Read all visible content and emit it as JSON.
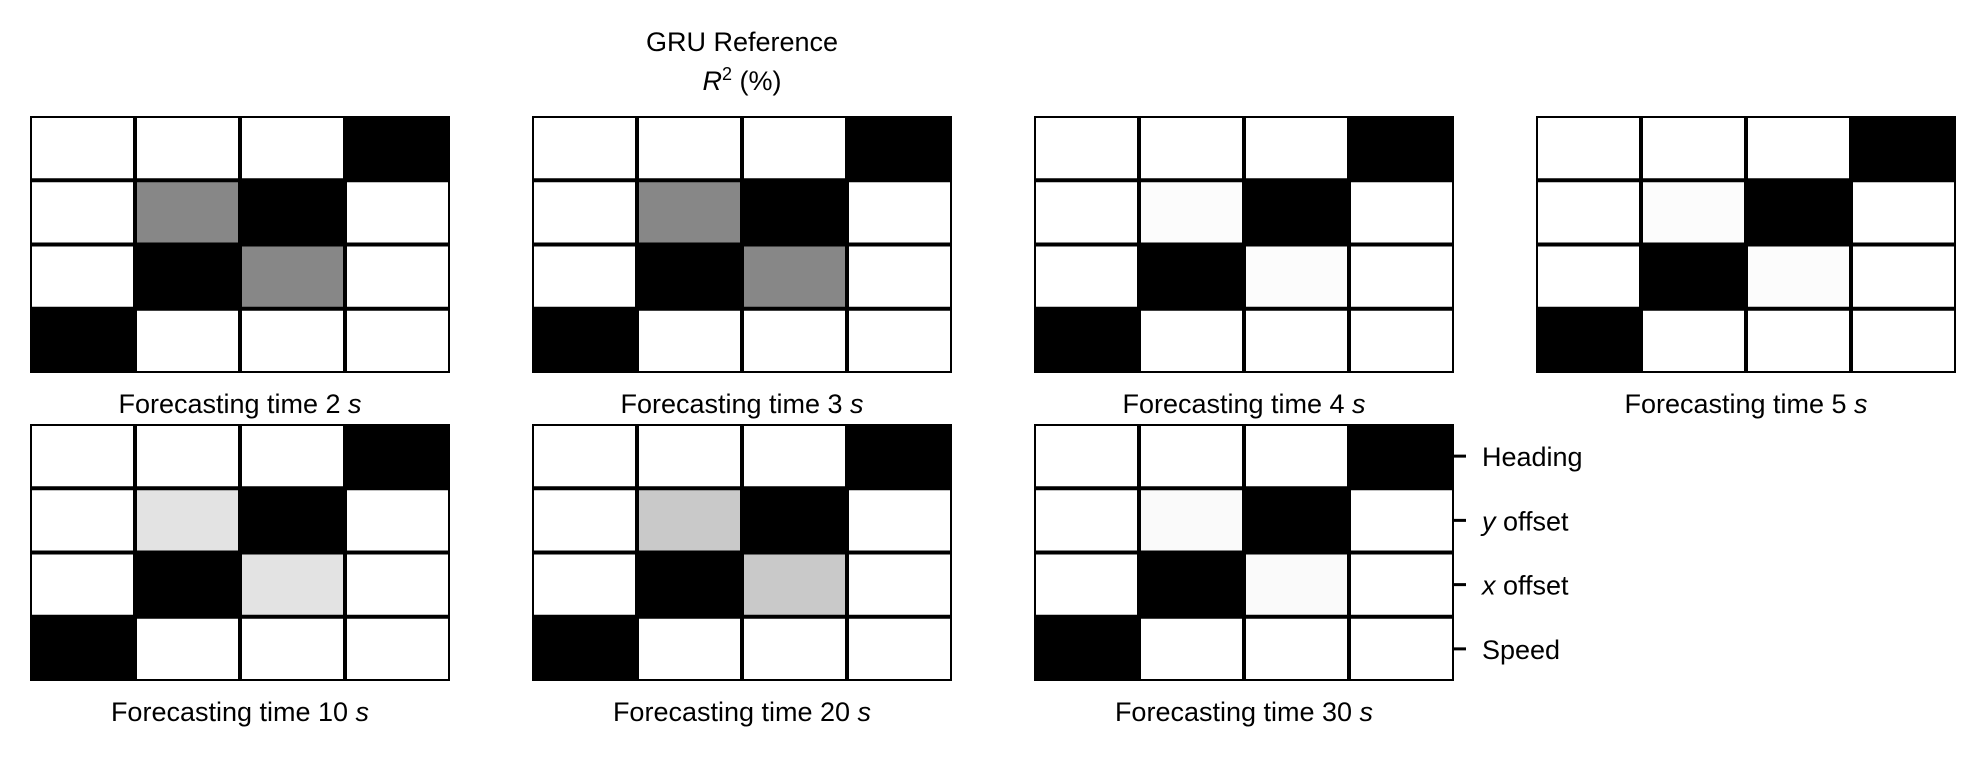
{
  "chart_data": {
    "type": "heatmap",
    "title": "GRU Reference",
    "subtitle": "R² (%)",
    "title_parts": [
      [
        {
          "t": "GRU Reference",
          "i": false
        }
      ],
      [
        {
          "t": "R",
          "i": true
        },
        {
          "t": "2",
          "sup": true
        },
        {
          "t": " (%)",
          "i": false
        }
      ]
    ],
    "colormap": "greyscale (white = 0, black = 100)",
    "rows": [
      "Heading",
      "y offset",
      "x offset",
      "Speed"
    ],
    "row_label_parts": [
      [
        {
          "t": "Heading",
          "i": false
        }
      ],
      [
        {
          "t": "y",
          "i": true
        },
        {
          "t": " offset",
          "i": false
        }
      ],
      [
        {
          "t": "x",
          "i": true
        },
        {
          "t": " offset",
          "i": false
        }
      ],
      [
        {
          "t": "Speed",
          "i": false
        }
      ]
    ],
    "panels": [
      {
        "label": "Forecasting time 2 s",
        "label_parts": [
          {
            "t": "Forecasting time 2 ",
            "i": false
          },
          {
            "t": "s",
            "i": true
          }
        ],
        "values": [
          [
            0,
            0,
            0,
            100
          ],
          [
            0,
            47,
            100,
            0
          ],
          [
            0,
            100,
            47,
            0
          ],
          [
            100,
            0,
            0,
            0
          ]
        ]
      },
      {
        "label": "Forecasting time 3 s",
        "label_parts": [
          {
            "t": "Forecasting time 3 ",
            "i": false
          },
          {
            "t": "s",
            "i": true
          }
        ],
        "values": [
          [
            0,
            0,
            0,
            100
          ],
          [
            0,
            47,
            100,
            0
          ],
          [
            0,
            100,
            47,
            0
          ],
          [
            100,
            0,
            0,
            0
          ]
        ]
      },
      {
        "label": "Forecasting time 4 s",
        "label_parts": [
          {
            "t": "Forecasting time 4 ",
            "i": false
          },
          {
            "t": "s",
            "i": true
          }
        ],
        "values": [
          [
            0,
            0,
            0,
            100
          ],
          [
            0,
            1,
            100,
            0
          ],
          [
            0,
            100,
            1,
            0
          ],
          [
            100,
            0,
            0,
            0
          ]
        ]
      },
      {
        "label": "Forecasting time 5 s",
        "label_parts": [
          {
            "t": "Forecasting time 5 ",
            "i": false
          },
          {
            "t": "s",
            "i": true
          }
        ],
        "values": [
          [
            0,
            0,
            0,
            100
          ],
          [
            0,
            1,
            100,
            0
          ],
          [
            0,
            100,
            1,
            0
          ],
          [
            100,
            0,
            0,
            0
          ]
        ]
      },
      {
        "label": "Forecasting time 10 s",
        "label_parts": [
          {
            "t": "Forecasting time 10 ",
            "i": false
          },
          {
            "t": "s",
            "i": true
          }
        ],
        "values": [
          [
            0,
            0,
            0,
            100
          ],
          [
            0,
            11,
            100,
            0
          ],
          [
            0,
            100,
            11,
            0
          ],
          [
            100,
            0,
            0,
            0
          ]
        ]
      },
      {
        "label": "Forecasting time 20 s",
        "label_parts": [
          {
            "t": "Forecasting time 20 ",
            "i": false
          },
          {
            "t": "s",
            "i": true
          }
        ],
        "values": [
          [
            0,
            0,
            0,
            100
          ],
          [
            0,
            21,
            100,
            0
          ],
          [
            0,
            100,
            21,
            0
          ],
          [
            100,
            0,
            0,
            0
          ]
        ]
      },
      {
        "label": "Forecasting time 30 s",
        "label_parts": [
          {
            "t": "Forecasting time 30 ",
            "i": false
          },
          {
            "t": "s",
            "i": true
          }
        ],
        "values": [
          [
            0,
            0,
            0,
            100
          ],
          [
            0,
            2,
            100,
            0
          ],
          [
            0,
            100,
            2,
            0
          ],
          [
            100,
            0,
            0,
            0
          ]
        ]
      }
    ],
    "ytick_side": "right of last panel"
  }
}
